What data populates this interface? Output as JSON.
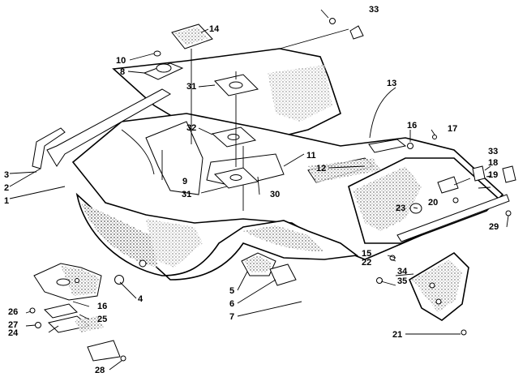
{
  "diagram": {
    "callouts": [
      "1",
      "2",
      "3",
      "4",
      "5",
      "6",
      "7",
      "8",
      "9",
      "10",
      "11",
      "12",
      "13",
      "14",
      "15",
      "16",
      "16",
      "17",
      "18",
      "19",
      "20",
      "21",
      "22",
      "23",
      "24",
      "25",
      "26",
      "27",
      "28",
      "29",
      "30",
      "31",
      "31",
      "32",
      "33",
      "33",
      "34",
      "35"
    ]
  }
}
